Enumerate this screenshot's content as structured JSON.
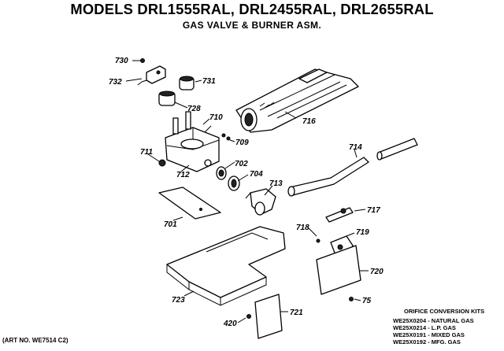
{
  "header": {
    "title": "MODELS DRL1555RAL, DRL2455RAL, DRL2655RAL",
    "subtitle": "GAS VALVE & BURNER ASM."
  },
  "callouts": [
    {
      "id": "730",
      "part": "730"
    },
    {
      "id": "732",
      "part": "732"
    },
    {
      "id": "731",
      "part": "731"
    },
    {
      "id": "728",
      "part": "728"
    },
    {
      "id": "710",
      "part": "710"
    },
    {
      "id": "709",
      "part": "709"
    },
    {
      "id": "716",
      "part": "716"
    },
    {
      "id": "711",
      "part": "711"
    },
    {
      "id": "712",
      "part": "712"
    },
    {
      "id": "702",
      "part": "702"
    },
    {
      "id": "704",
      "part": "704"
    },
    {
      "id": "713",
      "part": "713"
    },
    {
      "id": "714",
      "part": "714"
    },
    {
      "id": "701",
      "part": "701"
    },
    {
      "id": "717",
      "part": "717"
    },
    {
      "id": "718",
      "part": "718"
    },
    {
      "id": "719",
      "part": "719"
    },
    {
      "id": "720",
      "part": "720"
    },
    {
      "id": "723",
      "part": "723"
    },
    {
      "id": "75",
      "part": "75"
    },
    {
      "id": "721",
      "part": "721"
    },
    {
      "id": "420",
      "part": "420"
    }
  ],
  "orifice_kits": {
    "heading": "ORIFICE CONVERSION KITS",
    "items": [
      "WE25X0204 - NATURAL GAS",
      "WE25X0214 - L.P. GAS",
      "WE25X0191 - MIXED GAS",
      "WE25X0192 - MFG. GAS"
    ]
  },
  "art_number": "(ART NO. WE7514 C2)"
}
